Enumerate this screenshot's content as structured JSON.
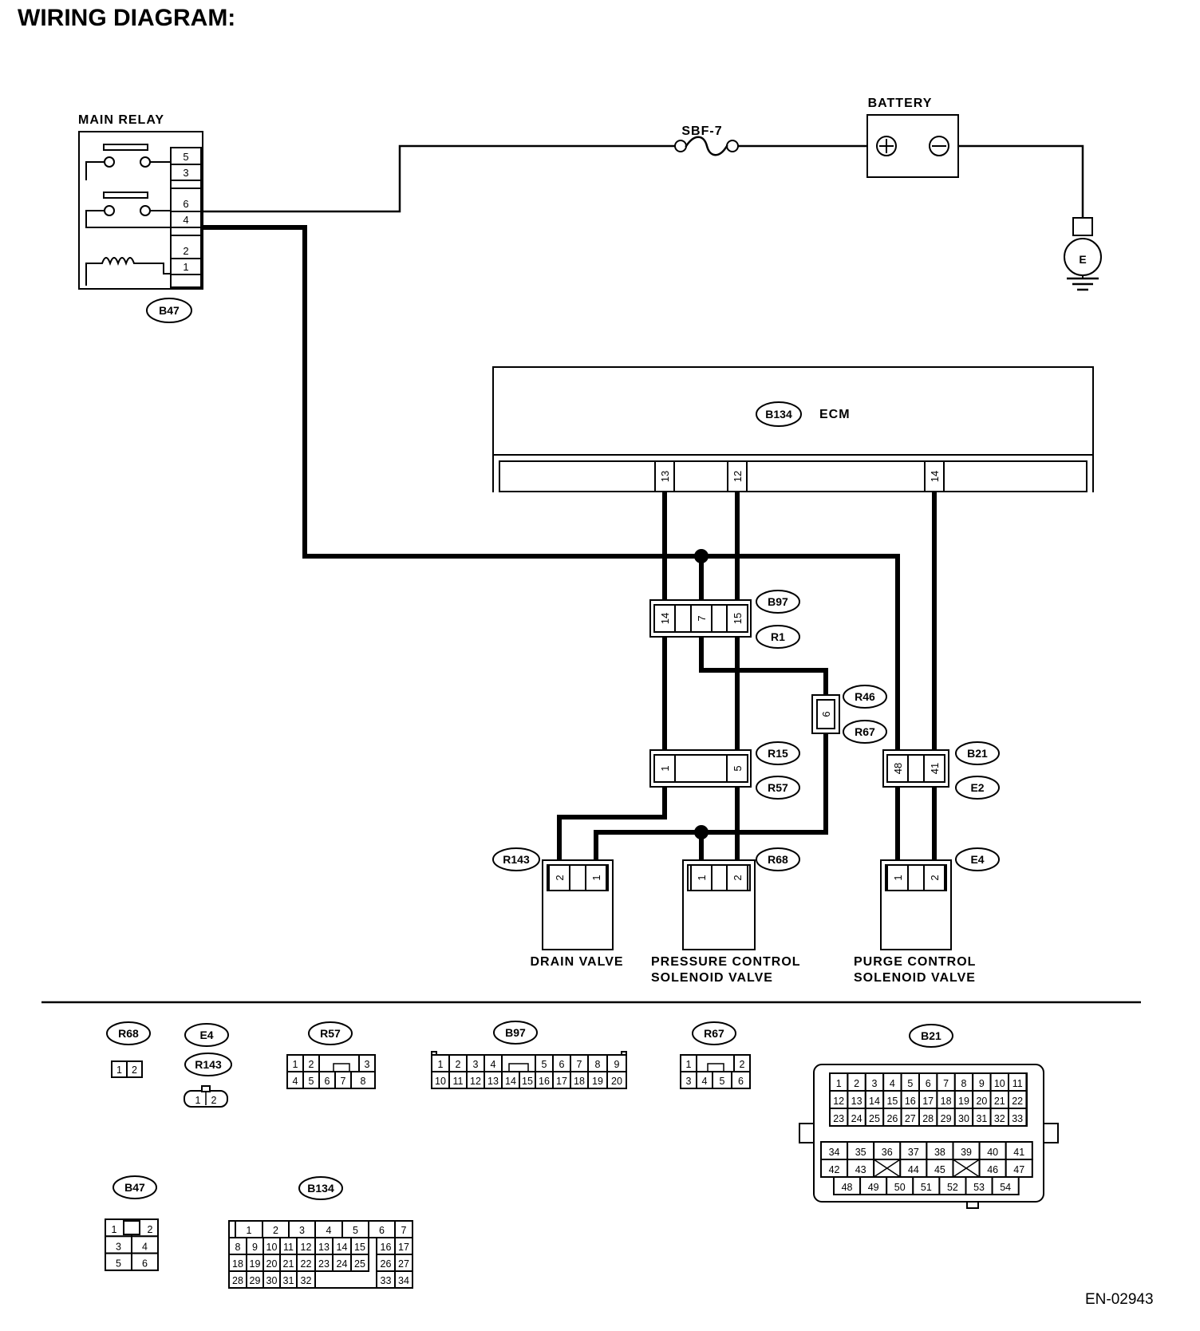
{
  "header": {
    "title": "WIRING DIAGRAM:",
    "doc_code": "EN-02943"
  },
  "components": {
    "main_relay": "MAIN RELAY",
    "fuse": "SBF-7",
    "battery": "BATTERY",
    "ground": "E",
    "ecm": "ECM",
    "drain_valve": "DRAIN VALVE",
    "pcsv_line1": "PRESSURE CONTROL",
    "pcsv_line2": "SOLENOID VALVE",
    "purge_line1": "PURGE CONTROL",
    "purge_line2": "SOLENOID VALVE"
  },
  "connectors": {
    "b47": "B47",
    "b134": "B134",
    "b97": "B97",
    "r1": "R1",
    "r46": "R46",
    "r67": "R67",
    "r15": "R15",
    "r57": "R57",
    "b21": "B21",
    "e2": "E2",
    "r143": "R143",
    "r68": "R68",
    "e4": "E4"
  },
  "pins": {
    "relay": [
      "5",
      "3",
      "6",
      "4",
      "2",
      "1"
    ],
    "ecm": [
      "13",
      "12",
      "14"
    ],
    "b97": [
      "14",
      "7",
      "15"
    ],
    "r46": "6",
    "r15": [
      "1",
      "5"
    ],
    "b21": [
      "48",
      "41"
    ],
    "drain": [
      "2",
      "1"
    ],
    "pcsv": [
      "1",
      "2"
    ],
    "purge": [
      "1",
      "2"
    ]
  },
  "faces": {
    "r68": {
      "label": "R68",
      "rows": [
        [
          "1",
          "2"
        ]
      ]
    },
    "e4": {
      "label": "E4"
    },
    "r143": {
      "label": "R143",
      "rows": [
        [
          "1",
          "2"
        ]
      ]
    },
    "r57": {
      "label": "R57",
      "rows": [
        [
          "1",
          "2",
          "3"
        ],
        [
          "4",
          "5",
          "6",
          "7",
          "8"
        ]
      ]
    },
    "b97": {
      "label": "B97",
      "rows": [
        [
          "1",
          "2",
          "3",
          "4",
          "5",
          "6",
          "7",
          "8",
          "9"
        ],
        [
          "10",
          "11",
          "12",
          "13",
          "14",
          "15",
          "16",
          "17",
          "18",
          "19",
          "20"
        ]
      ]
    },
    "r67": {
      "label": "R67",
      "rows": [
        [
          "1",
          "2"
        ],
        [
          "3",
          "4",
          "5",
          "6"
        ]
      ]
    },
    "b21": {
      "label": "B21",
      "rows": [
        [
          "1",
          "2",
          "3",
          "4",
          "5",
          "6",
          "7",
          "8",
          "9",
          "10",
          "11"
        ],
        [
          "12",
          "13",
          "14",
          "15",
          "16",
          "17",
          "18",
          "19",
          "20",
          "21",
          "22"
        ],
        [
          "23",
          "24",
          "25",
          "26",
          "27",
          "28",
          "29",
          "30",
          "31",
          "32",
          "33"
        ],
        [
          "34",
          "35",
          "36",
          "37",
          "38",
          "39",
          "40",
          "41"
        ],
        [
          "42",
          "43",
          "44",
          "45",
          "46",
          "47"
        ],
        [
          "48",
          "49",
          "50",
          "51",
          "52",
          "53",
          "54"
        ]
      ]
    },
    "b47": {
      "label": "B47",
      "rows": [
        [
          "1",
          "2"
        ],
        [
          "3",
          "4"
        ],
        [
          "5",
          "6"
        ]
      ]
    },
    "b134": {
      "label": "B134",
      "rows": [
        [
          "1",
          "2",
          "3",
          "4",
          "5",
          "6",
          "7"
        ],
        [
          "8",
          "9",
          "10",
          "11",
          "12",
          "13",
          "14",
          "15",
          "16",
          "17"
        ],
        [
          "18",
          "19",
          "20",
          "21",
          "22",
          "23",
          "24",
          "25",
          "26",
          "27"
        ],
        [
          "28",
          "29",
          "30",
          "31",
          "32",
          "33",
          "34"
        ]
      ]
    }
  }
}
